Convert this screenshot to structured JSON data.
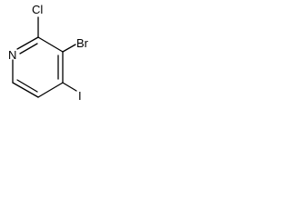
{
  "structure": {
    "atoms": {
      "n": "N",
      "cl": "Cl",
      "br": "Br",
      "i": "I"
    },
    "line_color": "#000000",
    "text_color": "#000000",
    "background": "#ffffff"
  }
}
